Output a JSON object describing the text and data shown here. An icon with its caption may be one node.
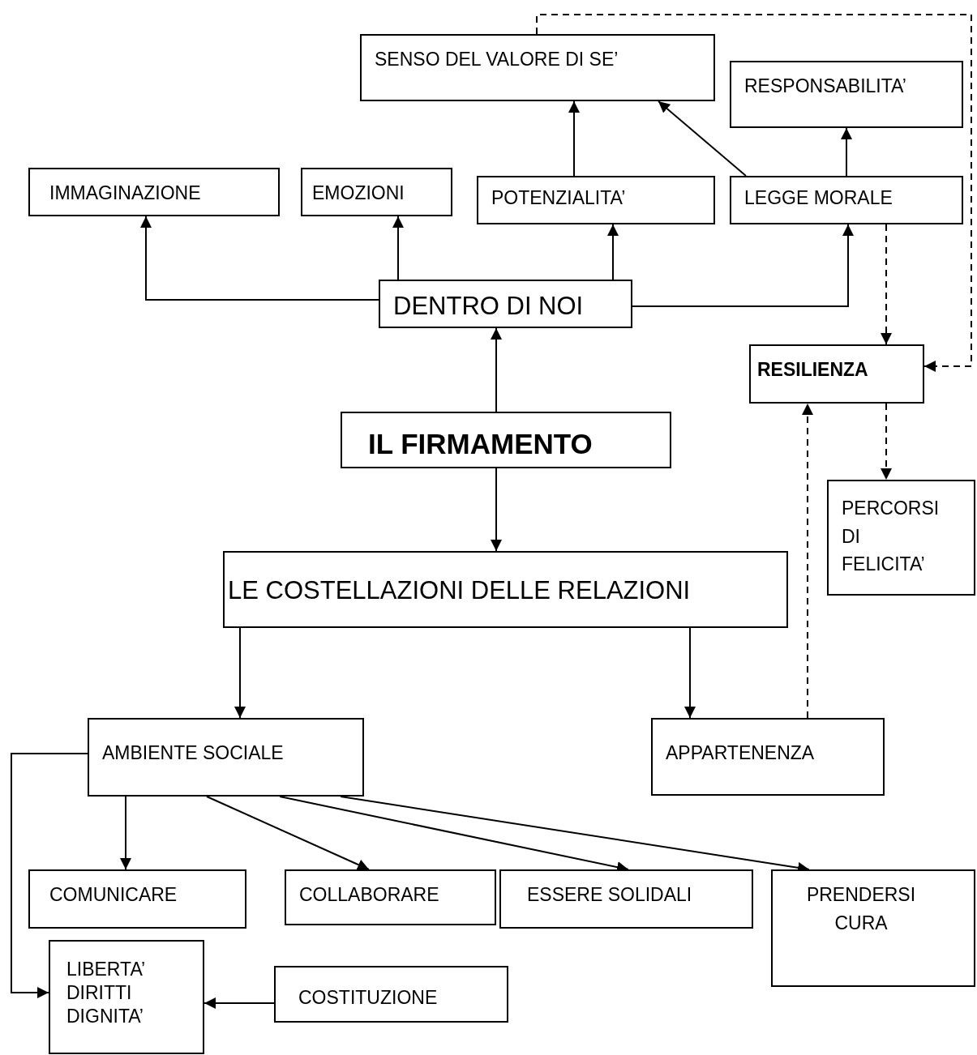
{
  "diagram": {
    "nodes": [
      {
        "text": [
          "SENSO DEL VALORE DI SE’"
        ]
      },
      {
        "text": [
          "RESPONSABILITA’"
        ]
      },
      {
        "text": [
          "IMMAGINAZIONE"
        ]
      },
      {
        "text": [
          "EMOZIONI"
        ]
      },
      {
        "text": [
          "POTENZIALITA’"
        ]
      },
      {
        "text": [
          "LEGGE MORALE"
        ]
      },
      {
        "text": [
          "DENTRO DI NOI"
        ]
      },
      {
        "text": [
          "RESILIENZA"
        ]
      },
      {
        "text": [
          "IL FIRMAMENTO"
        ]
      },
      {
        "text": [
          "PERCORSI DI FELICITA’"
        ]
      },
      {
        "text": [
          "LE COSTELLAZIONI DELLE RELAZIONI"
        ]
      },
      {
        "text": [
          "AMBIENTE SOCIALE"
        ]
      },
      {
        "text": [
          "APPARTENENZA"
        ]
      },
      {
        "text": [
          "COMUNICARE"
        ]
      },
      {
        "text": [
          "COLLABORARE"
        ]
      },
      {
        "text": [
          "ESSERE SOLIDALI"
        ]
      },
      {
        "text": [
          "PRENDERSI CURA"
        ]
      },
      {
        "text": [
          "LIBERTA’ DIRITTI DIGNITA’"
        ]
      },
      {
        "text": [
          "COSTITUZIONE"
        ]
      }
    ],
    "edges": [
      {
        "from": 8,
        "to": 6,
        "arrow": "to"
      },
      {
        "from": 8,
        "to": 10,
        "arrow": "to"
      },
      {
        "from": 6,
        "to": 2,
        "arrow": "to"
      },
      {
        "from": 6,
        "to": 3,
        "arrow": "to"
      },
      {
        "from": 6,
        "to": 4,
        "arrow": "to"
      },
      {
        "from": 6,
        "to": 5,
        "arrow": "to"
      },
      {
        "from": 4,
        "to": 0,
        "arrow": "to"
      },
      {
        "from": 5,
        "to": 0,
        "arrow": "to"
      },
      {
        "from": 5,
        "to": 1,
        "arrow": "to"
      },
      {
        "from": 5,
        "to": 7,
        "arrow": "to",
        "style": "dashed"
      },
      {
        "from": 0,
        "to": 7,
        "arrow": "to",
        "style": "dashed"
      },
      {
        "from": 7,
        "to": 9,
        "arrow": "to",
        "style": "dashed"
      },
      {
        "from": 12,
        "to": 7,
        "arrow": "to",
        "style": "dashed"
      },
      {
        "from": 10,
        "to": 11,
        "arrow": "to"
      },
      {
        "from": 10,
        "to": 12,
        "arrow": "to"
      },
      {
        "from": 11,
        "to": 13,
        "arrow": "to"
      },
      {
        "from": 11,
        "to": 14,
        "arrow": "to"
      },
      {
        "from": 11,
        "to": 15,
        "arrow": "to"
      },
      {
        "from": 11,
        "to": 16,
        "arrow": "to"
      },
      {
        "from": 11,
        "to": 17,
        "arrow": "to"
      },
      {
        "from": 18,
        "to": 17,
        "arrow": "to"
      }
    ]
  }
}
